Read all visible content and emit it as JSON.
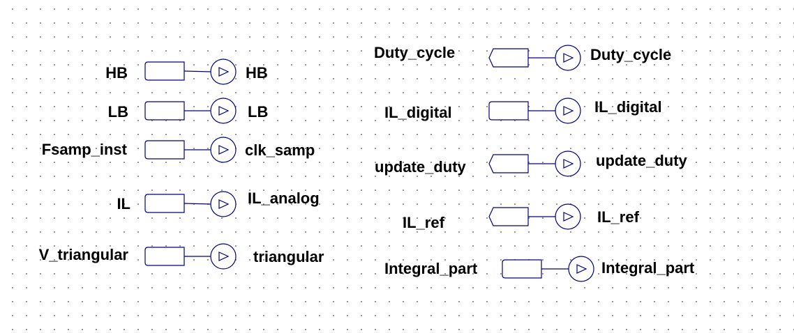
{
  "colors": {
    "wire": "#000080",
    "text": "#000000",
    "grid_dot": "#8a8a8a",
    "background": "#ffffff"
  },
  "connections": [
    {
      "port_label": "HB",
      "net_label": "HB"
    },
    {
      "port_label": "LB",
      "net_label": "LB"
    },
    {
      "port_label": "Fsamp_inst",
      "net_label": "clk_samp"
    },
    {
      "port_label": "IL",
      "net_label": "IL_analog"
    },
    {
      "port_label": "V_triangular",
      "net_label": "triangular"
    },
    {
      "port_label": "Duty_cycle",
      "net_label": "Duty_cycle"
    },
    {
      "port_label": "IL_digital",
      "net_label": "IL_digital"
    },
    {
      "port_label": "update_duty",
      "net_label": "update_duty"
    },
    {
      "port_label": "IL_ref",
      "net_label": "IL_ref"
    },
    {
      "port_label": "Integral_part",
      "net_label": "Integral_part"
    }
  ]
}
